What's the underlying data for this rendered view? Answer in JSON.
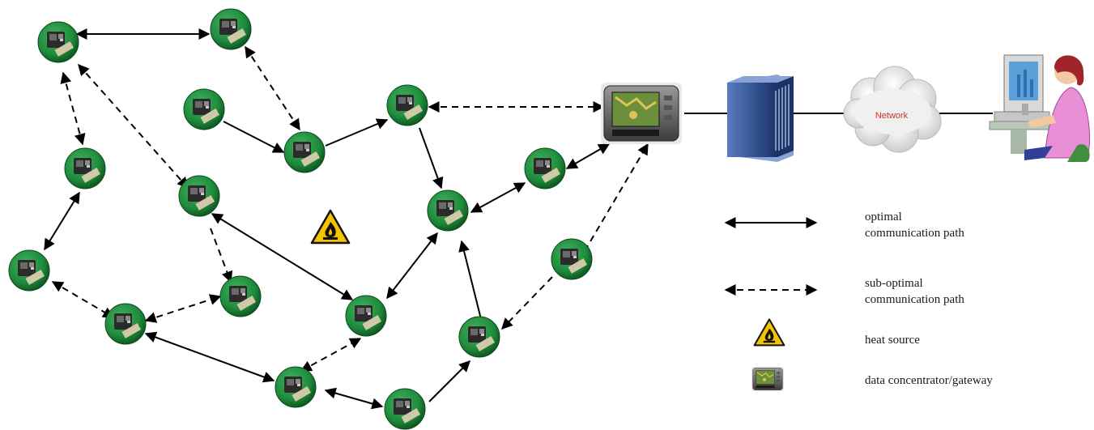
{
  "network_label": "Network",
  "legend": {
    "optimal": [
      "optimal",
      "communication  path"
    ],
    "suboptimal": [
      "sub-optimal",
      "communication  path"
    ],
    "heat": "heat source",
    "gateway": "data concentrator/gateway"
  },
  "colors": {
    "node_green": "#1f8a3c",
    "node_dark": "#0f5a22",
    "heat_yellow": "#f5c400",
    "server_blue": "#2f4f8c"
  }
}
